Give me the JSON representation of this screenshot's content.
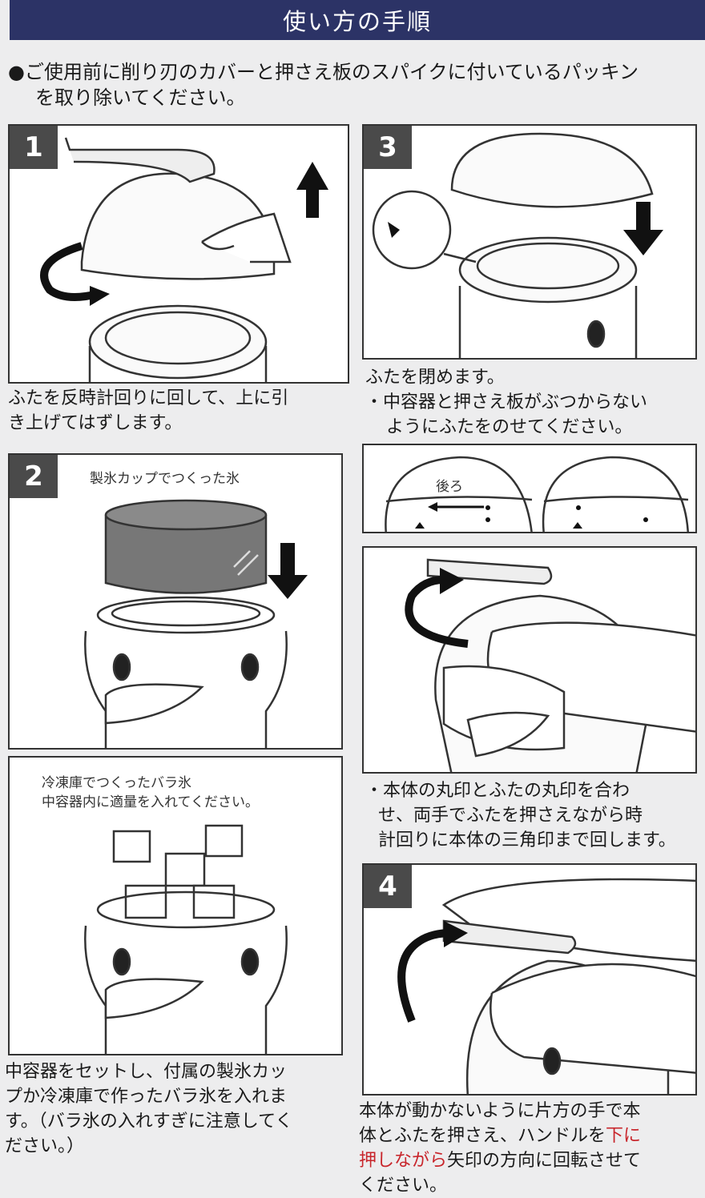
{
  "header": {
    "title": "使い方の手順"
  },
  "intro": {
    "bullet": "●",
    "line1": "ご使用前に削り刃のカバーと押さえ板のスパイクに付いているパッキン",
    "line2": "を取り除いてください。"
  },
  "step1": {
    "number": "1",
    "caption_line1": "ふたを反時計回りに回して、上に引",
    "caption_line2": "き上げてはずします。"
  },
  "step2": {
    "number": "2",
    "panel_label": "製氷カップでつくった氷"
  },
  "step2b": {
    "label_line1": "冷凍庫でつくったバラ氷",
    "label_line2": "中容器内に適量を入れてください。",
    "caption_line1": "中容器をセットし、付属の製氷カッ",
    "caption_line2": "プか冷凍庫で作ったバラ氷を入れま",
    "caption_line3": "す。（バラ氷の入れすぎに注意してく",
    "caption_line4": "ださい。）"
  },
  "step3": {
    "number": "3",
    "caption_line1": "ふたを閉めます。",
    "caption_line2": "・中容器と押さえ板がぶつからない",
    "caption_line3": "ようにふたをのせてください。",
    "back_label": "後ろ",
    "align_line1": "・本体の丸印とふたの丸印を合わ",
    "align_line2": "せ、両手でふたを押さえながら時",
    "align_line3": "計回りに本体の三角印まで回します。"
  },
  "step4": {
    "number": "4",
    "caption_line1": "本体が動かないように片方の手で本",
    "caption_line2a": "体とふたを押さえ、ハンドルを",
    "caption_line2b": "下に",
    "caption_line3a": "押しながら",
    "caption_line3b": "矢印の方向に回転させて",
    "caption_line4": "ください。"
  },
  "colors": {
    "header_bg": "#2c3366",
    "accent_red": "#c8252b",
    "page_bg": "#ededee"
  }
}
